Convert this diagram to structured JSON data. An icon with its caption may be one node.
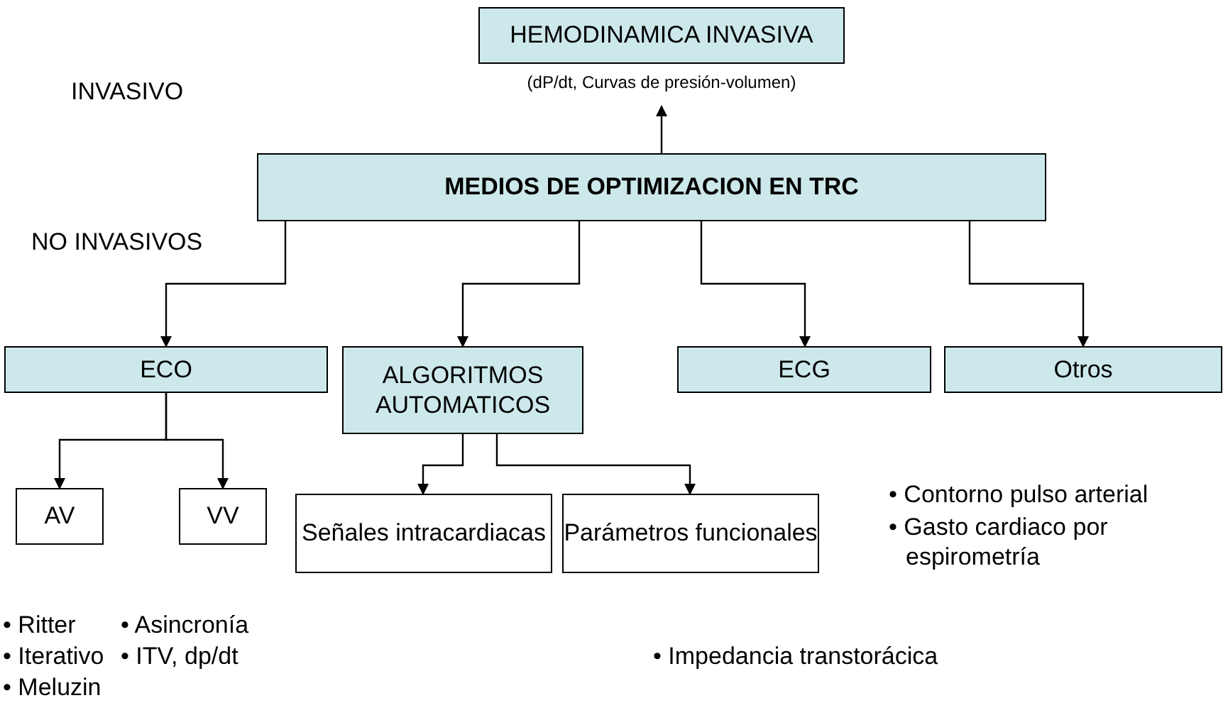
{
  "diagram": {
    "nodes": [
      {
        "text": [
          "HEMODINAMICA INVASIVA",
          "(dP/dt, Curvas de presión-volumen)"
        ]
      },
      {
        "text": [
          "MEDIOS DE OPTIMIZACION EN TRC"
        ]
      },
      {
        "text": [
          "ECO"
        ]
      },
      {
        "text": [
          "ALGORITMOS AUTOMATICOS"
        ]
      },
      {
        "text": [
          "ECG"
        ]
      },
      {
        "text": [
          "Otros"
        ]
      },
      {
        "text": [
          "AV"
        ]
      },
      {
        "text": [
          "VV"
        ]
      },
      {
        "text": [
          "Señales intracardiacas"
        ]
      },
      {
        "text": [
          "Parámetros funcionales"
        ]
      }
    ],
    "edges": [
      {
        "from": 1,
        "to": 0,
        "arrow": "to"
      },
      {
        "from": 1,
        "to": 2,
        "arrow": "to"
      },
      {
        "from": 1,
        "to": 3,
        "arrow": "to"
      },
      {
        "from": 1,
        "to": 4,
        "arrow": "to"
      },
      {
        "from": 1,
        "to": 5,
        "arrow": "to"
      },
      {
        "from": 2,
        "to": 6,
        "arrow": "to"
      },
      {
        "from": 2,
        "to": 7,
        "arrow": "to"
      },
      {
        "from": 3,
        "to": 8,
        "arrow": "to"
      },
      {
        "from": 3,
        "to": 9,
        "arrow": "to"
      }
    ],
    "labels": [
      "INVASIVO",
      "NO INVASIVOS",
      "• Contorno pulso arterial",
      "• Gasto cardiaco por espirometría",
      "• Ritter",
      "• Asincronía",
      "• Iterativo",
      "• ITV, dp/dt",
      "• Meluzin",
      "• Impedancia transtorácica"
    ]
  }
}
